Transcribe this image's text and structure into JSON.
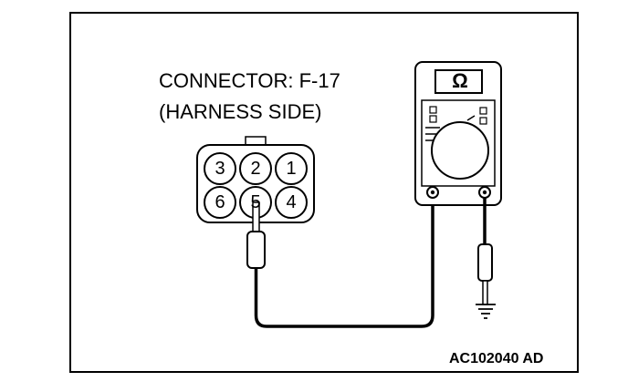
{
  "connector": {
    "title": "CONNECTOR: F-17",
    "side": "(HARNESS SIDE)",
    "pins_top": [
      "3",
      "2",
      "1"
    ],
    "pins_bottom": [
      "6",
      "5",
      "4"
    ]
  },
  "meter": {
    "mode_symbol": "Ω",
    "mode_icon": "ohmmeter-icon"
  },
  "footer": {
    "ref_code": "AC102040 AD"
  },
  "colors": {
    "line": "#000000",
    "background": "#ffffff"
  }
}
